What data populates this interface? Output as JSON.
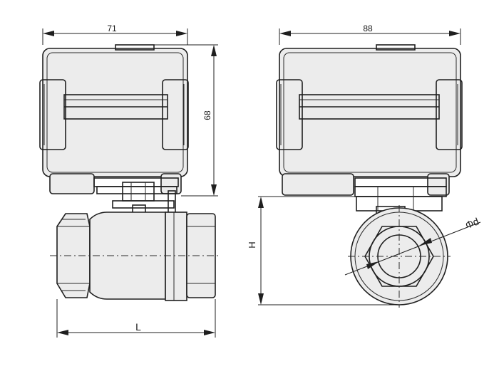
{
  "dimensions": {
    "actuator_width": "71",
    "side_width": "88",
    "actuator_height": "68",
    "pipe_height": "H",
    "valve_length": "L",
    "pipe_diameter": "Φd"
  }
}
